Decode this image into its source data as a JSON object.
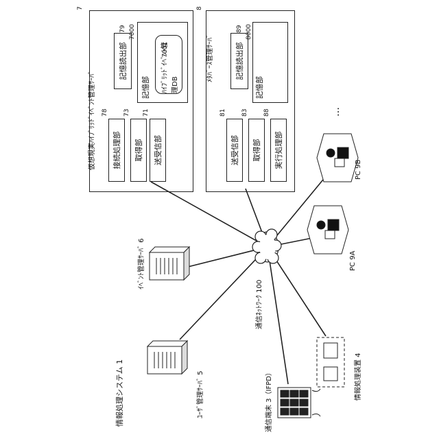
{
  "system": {
    "label": "情報処理システム 1"
  },
  "user_server": {
    "label": "ﾕｰｻﾞ管理ｻｰﾊﾞ 5"
  },
  "event_server": {
    "label": "ｲﾍﾞﾝﾄ管理ｻｰﾊﾞ 6"
  },
  "network": {
    "label": "通信ﾈｯﾄﾜｰｸ 100"
  },
  "terminal": {
    "label": "通信端末 3（IFPD）"
  },
  "info_device": {
    "label": "情報処理装置 4"
  },
  "pc_a": {
    "label": "PC 9A"
  },
  "pc_b": {
    "label": "PC 9B"
  },
  "ellipsis": "…",
  "hybrid_server": {
    "number": "7",
    "title": "仮想現実ﾊｲﾌﾞﾘｯﾄﾞｲﾍﾞﾝﾄ管理ｻｰﾊﾞ",
    "storage_rw": {
      "label": "記憶読出部",
      "number": "79"
    },
    "storage": {
      "label": "記憶部",
      "number": "7000"
    },
    "db": {
      "label": "ﾊｲﾌﾞﾘｯﾄﾞｲﾍﾞﾝﾄ管理DB",
      "number": "7001"
    },
    "units": [
      {
        "label": "接続処理部",
        "number": "78"
      },
      {
        "label": "取得部",
        "number": "73"
      },
      {
        "label": "送受信部",
        "number": "71"
      }
    ]
  },
  "metaverse_server": {
    "number": "8",
    "title": "ﾒﾀﾊﾞｰｽ管理ｻｰﾊﾞ",
    "storage_rw": {
      "label": "記憶読出部",
      "number": "89"
    },
    "storage": {
      "label": "記憶部",
      "number": "8000"
    },
    "units": [
      {
        "label": "送受信部",
        "number": "81"
      },
      {
        "label": "取得部",
        "number": "83"
      },
      {
        "label": "実行処理部",
        "number": "88"
      }
    ]
  }
}
